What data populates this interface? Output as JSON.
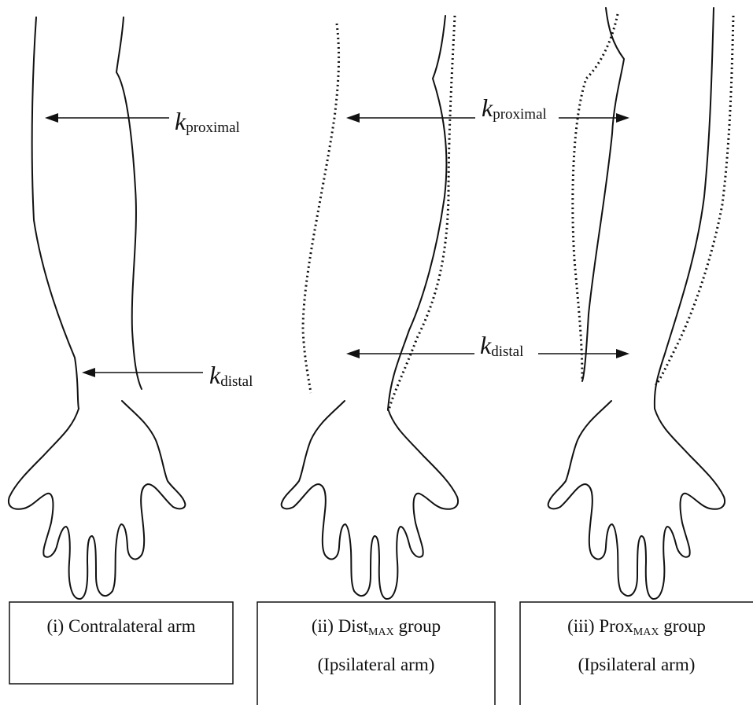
{
  "labels": {
    "k": "k",
    "proximal": "proximal",
    "distal": "distal"
  },
  "panels": [
    {
      "id": "i",
      "caption_line1": "(i) Contralateral arm"
    },
    {
      "id": "ii",
      "caption_prefix": "(ii) Dist",
      "caption_sub": "MAX",
      "caption_suffix": " group",
      "caption_line2": "(Ipsilateral arm)"
    },
    {
      "id": "iii",
      "caption_prefix": "(iii) Prox",
      "caption_sub": "MAX",
      "caption_suffix": " group",
      "caption_line2": "(Ipsilateral arm)"
    }
  ],
  "colors": {
    "ink": "#111111",
    "background": "#ffffff"
  }
}
